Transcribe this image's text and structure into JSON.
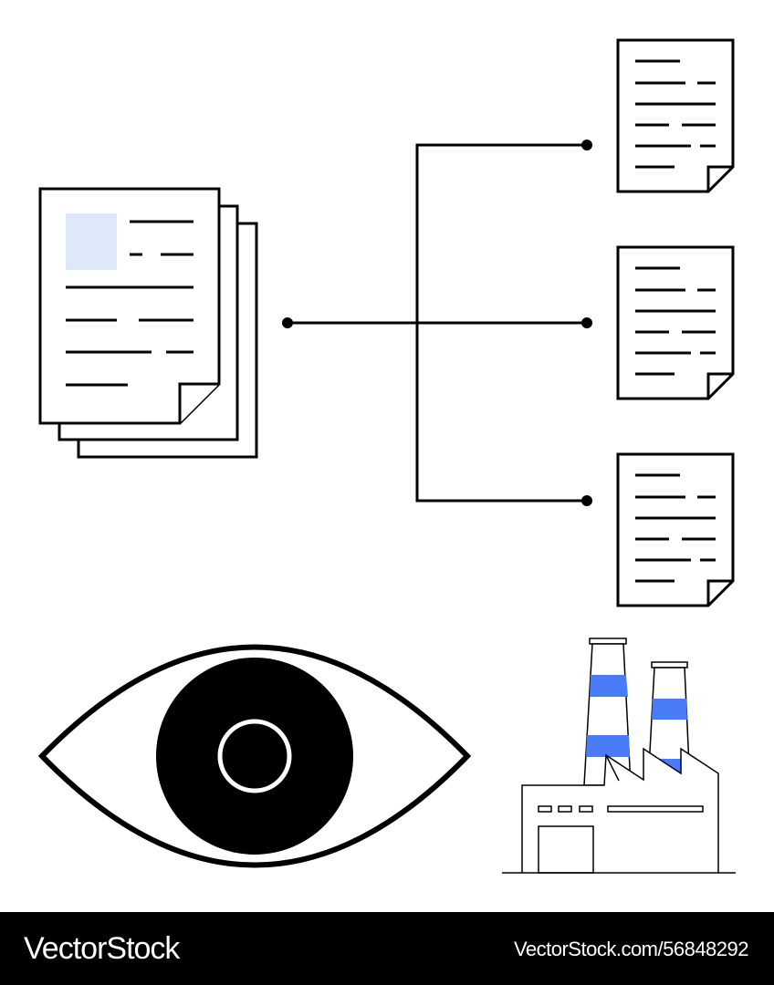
{
  "footer": {
    "brand": "VectorStock",
    "id_text": "VectorStock.com/56848292"
  },
  "icons": {
    "source": "stacked-documents-icon",
    "targets": [
      "document-icon",
      "document-icon",
      "document-icon"
    ],
    "connector": "branching-connector",
    "eye": "eye-icon",
    "factory": "factory-icon"
  },
  "colors": {
    "stroke": "#000000",
    "accent": "#4a7cf7",
    "placeholder": "#dde8fb",
    "background": "#ffffff",
    "footer": "#000000"
  }
}
